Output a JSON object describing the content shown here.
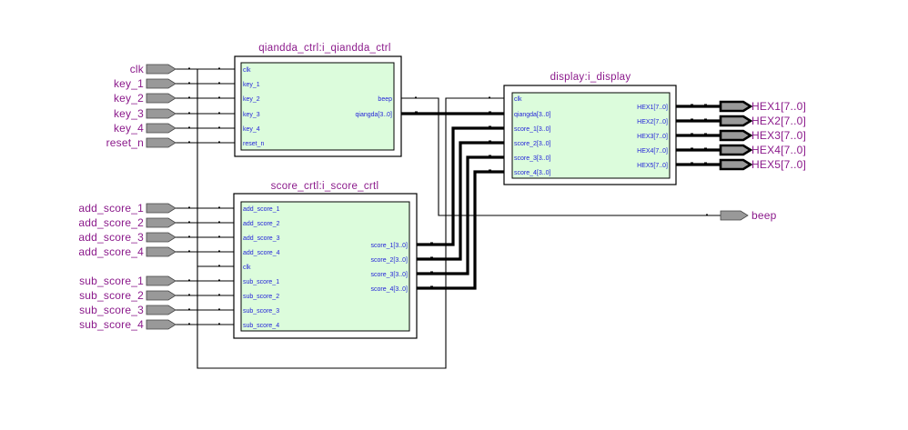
{
  "colors": {
    "label": "#8b1a8b",
    "port_text": "#2424d8",
    "module_fill": "#dcfcdc",
    "pin_fill": "#999999"
  },
  "input_pins": [
    {
      "label": "clk"
    },
    {
      "label": "key_1"
    },
    {
      "label": "key_2"
    },
    {
      "label": "key_3"
    },
    {
      "label": "key_4"
    },
    {
      "label": "reset_n"
    },
    {
      "label": "add_score_1"
    },
    {
      "label": "add_score_2"
    },
    {
      "label": "add_score_3"
    },
    {
      "label": "add_score_4"
    },
    {
      "label": "sub_score_1"
    },
    {
      "label": "sub_score_2"
    },
    {
      "label": "sub_score_3"
    },
    {
      "label": "sub_score_4"
    }
  ],
  "output_pins": [
    {
      "label": "HEX1[7..0]",
      "bus": true
    },
    {
      "label": "HEX2[7..0]",
      "bus": true
    },
    {
      "label": "HEX3[7..0]",
      "bus": true
    },
    {
      "label": "HEX4[7..0]",
      "bus": true
    },
    {
      "label": "HEX5[7..0]",
      "bus": true
    },
    {
      "label": "beep",
      "bus": false
    }
  ],
  "modules": {
    "qiandda_ctrl": {
      "title": "qiandda_ctrl:i_qiandda_ctrl",
      "inputs": [
        "clk",
        "key_1",
        "key_2",
        "key_3",
        "key_4",
        "reset_n"
      ],
      "outputs": [
        "beep",
        "qiangda[3..0]"
      ]
    },
    "score_crtl": {
      "title": "score_crtl:i_score_crtl",
      "inputs": [
        "add_score_1",
        "add_score_2",
        "add_score_3",
        "add_score_4",
        "clk",
        "sub_score_1",
        "sub_score_2",
        "sub_score_3",
        "sub_score_4"
      ],
      "outputs": [
        "score_1[3..0]",
        "score_2[3..0]",
        "score_3[3..0]",
        "score_4[3..0]"
      ]
    },
    "display": {
      "title": "display:i_display",
      "inputs": [
        "clk",
        "qiangda[3..0]",
        "score_1[3..0]",
        "score_2[3..0]",
        "score_3[3..0]",
        "score_4[3..0]"
      ],
      "outputs": [
        "HEX1[7..0]",
        "HEX2[7..0]",
        "HEX3[7..0]",
        "HEX4[7..0]",
        "HEX5[7..0]"
      ]
    }
  }
}
